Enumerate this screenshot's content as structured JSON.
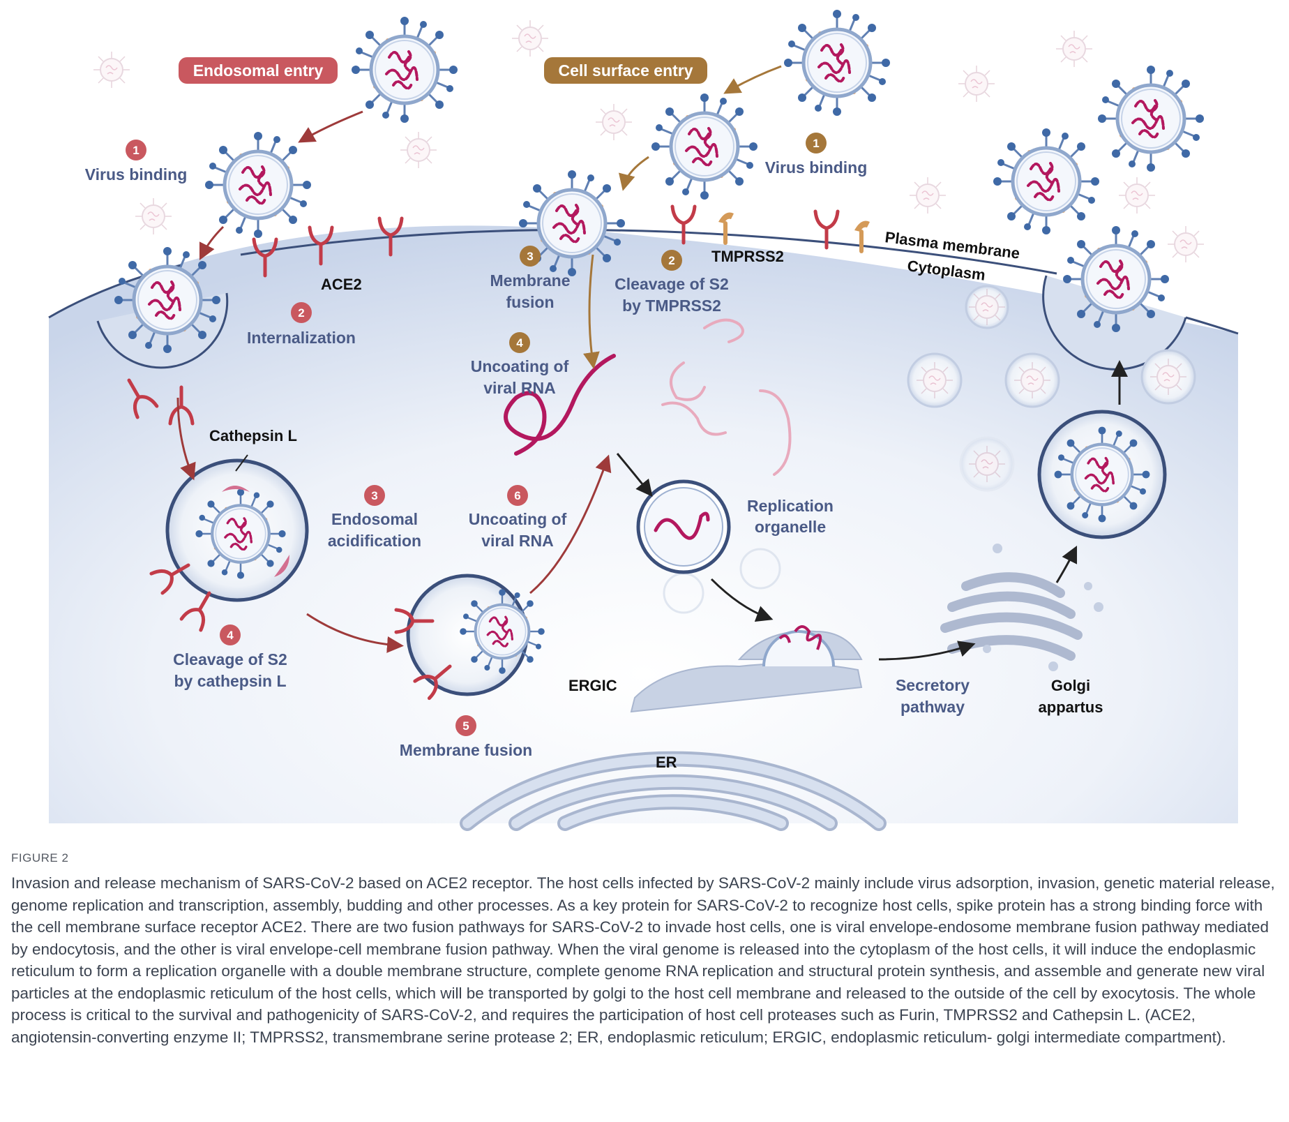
{
  "figure": {
    "pill_labels": {
      "endosomal_entry": "Endosomal entry",
      "cell_surface_entry": "Cell surface entry"
    },
    "steps": {
      "endo_1": "1",
      "endo_2": "2",
      "endo_3": "3",
      "endo_4": "4",
      "endo_5": "5",
      "endo_6": "6",
      "surf_1": "1",
      "surf_2": "2",
      "surf_3": "3",
      "surf_4": "4"
    },
    "labels": {
      "virus_binding_left": "Virus binding",
      "virus_binding_right": "Virus binding",
      "internalization": "Internalization",
      "ace2": "ACE2",
      "tmprss2": "TMPRSS2",
      "plasma_membrane": "Plasma membrane",
      "cytoplasm": "Cytoplasm",
      "membrane_fusion_top_1": "Membrane",
      "membrane_fusion_top_2": "fusion",
      "cleavage_tmprss2_1": "Cleavage of S2",
      "cleavage_tmprss2_2": "by TMPRSS2",
      "uncoating_top_1": "Uncoating of",
      "uncoating_top_2": "viral RNA",
      "cathepsin_l": "Cathepsin L",
      "endosomal_acid_1": "Endosomal",
      "endosomal_acid_2": "acidification",
      "uncoating_mid_1": "Uncoating of",
      "uncoating_mid_2": "viral RNA",
      "replication_organelle_1": "Replication",
      "replication_organelle_2": "organelle",
      "cleavage_cathepsin_1": "Cleavage of S2",
      "cleavage_cathepsin_2": "by cathepsin L",
      "membrane_fusion_bottom": "Membrane fusion",
      "ergic": "ERGIC",
      "er": "ER",
      "secretory_pathway_1": "Secretory",
      "secretory_pathway_2": "pathway",
      "golgi_1": "Golgi",
      "golgi_2": "appartus"
    },
    "colors": {
      "endosomal": "#c9585f",
      "surface": "#a5773a",
      "text_blue": "#4a5a86",
      "cell_fill": "#d7e0ef",
      "rna": "#b3185e"
    }
  },
  "caption": {
    "heading": "FIGURE 2",
    "text": "Invasion and release mechanism of SARS-CoV-2 based on ACE2 receptor. The host cells infected by SARS-CoV-2 mainly include virus adsorption, invasion, genetic material release, genome replication and transcription, assembly, budding and other processes. As a key protein for SARS-CoV-2 to recognize host cells, spike protein has a strong binding force with the cell membrane surface receptor ACE2. There are two fusion pathways for SARS-CoV-2 to invade host cells, one is viral envelope-endosome membrane fusion pathway mediated by endocytosis, and the other is viral envelope-cell membrane fusion pathway. When the viral genome is released into the cytoplasm of the host cells, it will induce the endoplasmic reticulum to form a replication organelle with a double membrane structure, complete genome RNA replication and structural protein synthesis, and assemble and generate new viral particles at the endoplasmic reticulum of the host cells, which will be transported by golgi to the host cell membrane and released to the outside of the cell by exocytosis. The whole process is critical to the survival and pathogenicity of SARS-CoV-2, and requires the participation of host cell proteases such as Furin, TMPRSS2 and Cathepsin L. (ACE2, angiotensin-converting enzyme II; TMPRSS2, transmembrane serine protease 2; ER, endoplasmic reticulum; ERGIC, endoplasmic reticulum- golgi intermediate compartment)."
  }
}
